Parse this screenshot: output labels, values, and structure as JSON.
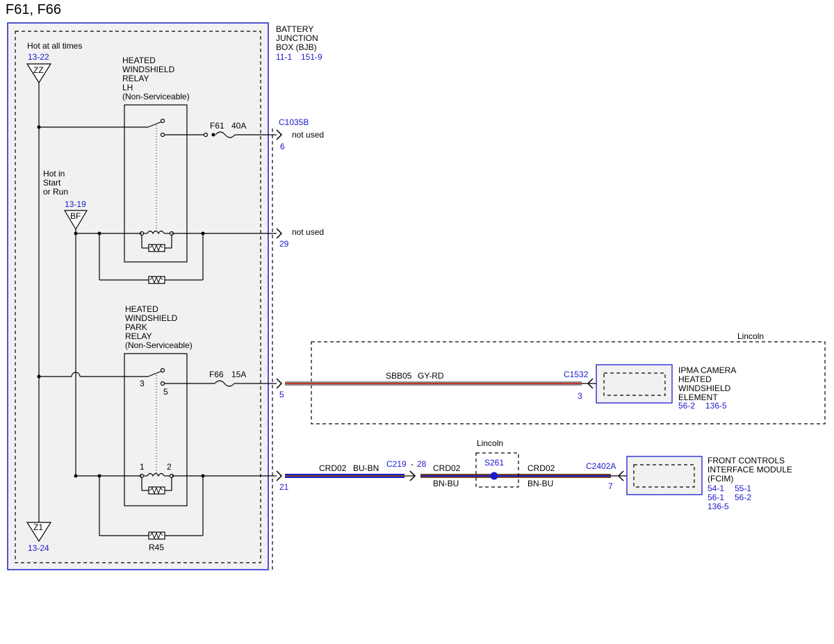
{
  "title": "F61, F66",
  "colors": {
    "link_blue": "#1a1acc",
    "module_fill": "#f1f1f1",
    "wire_gy_rd_main": "#8a8a8a",
    "wire_stripe_red": "#c0392b",
    "wire_bu_bn_main": "#1a1acc",
    "wire_stripe_brown": "#7a4a1e"
  },
  "bjb": {
    "name_lines": [
      "BATTERY",
      "JUNCTION",
      "BOX (BJB)"
    ],
    "refs": [
      "11-1",
      "151-9"
    ]
  },
  "power_sources": [
    {
      "label_lines": [
        "Hot at all times"
      ],
      "ref": "13-22",
      "symbol": "ZZ"
    },
    {
      "label_lines": [
        "Hot in",
        "Start",
        "or Run"
      ],
      "ref": "13-19",
      "symbol": "BF"
    }
  ],
  "ground": {
    "symbol": "Z1",
    "ref": "13-24"
  },
  "relay_lh": {
    "label_lines": [
      "HEATED",
      "WINDSHIELD",
      "RELAY",
      "LH",
      "(Non-Serviceable)"
    ]
  },
  "relay_park": {
    "label_lines": [
      "HEATED",
      "WINDSHIELD",
      "PARK",
      "RELAY",
      "(Non-Serviceable)"
    ],
    "pins": [
      "3",
      "5",
      "1",
      "2"
    ]
  },
  "resistor_label": "R45",
  "fuses": [
    {
      "name": "F61",
      "rating": "40A"
    },
    {
      "name": "F66",
      "rating": "15A"
    }
  ],
  "connector_c1035b": {
    "name": "C1035B",
    "pins": [
      "6",
      "29"
    ],
    "notes": [
      "not used",
      "not used"
    ]
  },
  "circuit_sbb05": {
    "pin": "5",
    "circuit": "SBB05",
    "color": "GY-RD",
    "connector": "C1532",
    "connector_pin": "3"
  },
  "lincoln_box_1": {
    "label": "Lincoln"
  },
  "ipma": {
    "label_lines": [
      "IPMA CAMERA",
      "HEATED",
      "WINDSHIELD",
      "ELEMENT"
    ],
    "refs": [
      "56-2",
      "136-5"
    ]
  },
  "circuit_crd02": {
    "pin": "21",
    "segments": [
      {
        "circuit": "CRD02",
        "color": "BU-BN"
      },
      {
        "circuit": "CRD02",
        "color": "BN-BU"
      },
      {
        "circuit": "CRD02",
        "color": "BN-BU"
      }
    ],
    "c219": {
      "name": "C219",
      "dash": "-",
      "pin": "28"
    },
    "splice": {
      "name": "S261",
      "region": "Lincoln"
    },
    "c2402a": {
      "name": "C2402A",
      "pin": "7"
    }
  },
  "fcim": {
    "label_lines": [
      "FRONT CONTROLS",
      "INTERFACE MODULE",
      "(FCIM)"
    ],
    "refs": [
      "54-1",
      "55-1",
      "56-1",
      "56-2",
      "136-5"
    ]
  }
}
